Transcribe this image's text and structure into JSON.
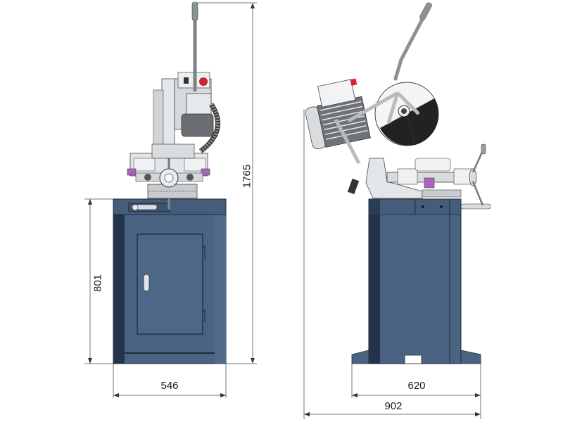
{
  "drawing": {
    "subject": "cold saw machine on cabinet stand",
    "views": [
      {
        "name": "front-view",
        "label": ""
      },
      {
        "name": "side-view",
        "label": ""
      }
    ]
  },
  "dimensions": {
    "overall_height": "1765",
    "cabinet_height": "801",
    "front_width": "546",
    "side_cabinet_depth": "620",
    "overall_depth": "902"
  },
  "colors": {
    "cabinet_blue": "#4a6382",
    "cabinet_dark": "#22334a",
    "machine_gray": "#c8cccf",
    "blade_black": "#222222",
    "stop_red": "#e02030",
    "clamp_purple": "#b060c0",
    "dim_line": "#777777"
  }
}
